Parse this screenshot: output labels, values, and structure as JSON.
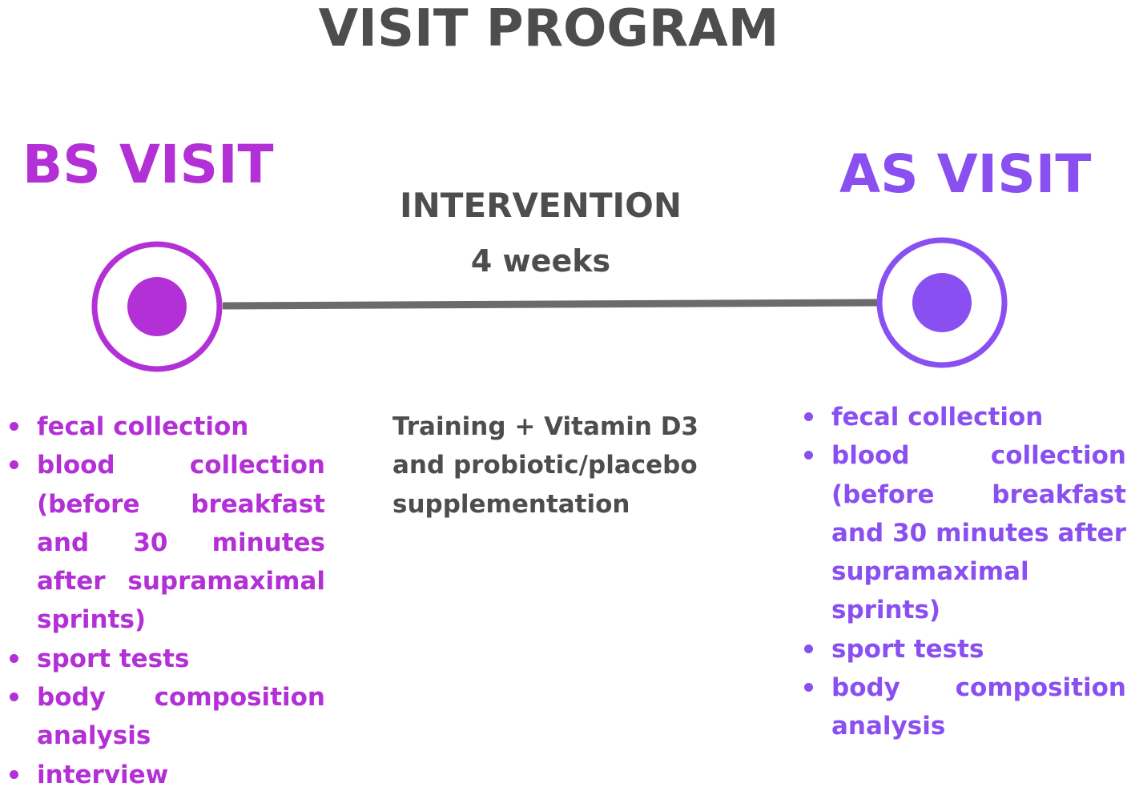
{
  "title": "VISIT PROGRAM",
  "bs_visit": {
    "heading": "BS VISIT",
    "color": "#b32fd6",
    "items": [
      "fecal collection",
      "blood collection (before breakfast and 30 minutes after supramaximal sprints)",
      "sport tests",
      "body composition analysis",
      "interview"
    ]
  },
  "as_visit": {
    "heading": "AS VISIT",
    "color": "#8a4ff0",
    "items": [
      "fecal collection",
      "blood collection (before breakfast and 30 minutes after supramaximal sprints)",
      "sport tests",
      "body composition analysis"
    ]
  },
  "intervention": {
    "label": "INTERVENTION",
    "duration": "4 weeks",
    "description_lines": [
      "Training +  Vitamin D3",
      "and probiotic/placebo",
      "supplementation"
    ]
  },
  "colors": {
    "text_gray": "#4d4d4d",
    "line_gray": "#6b6b6b"
  }
}
